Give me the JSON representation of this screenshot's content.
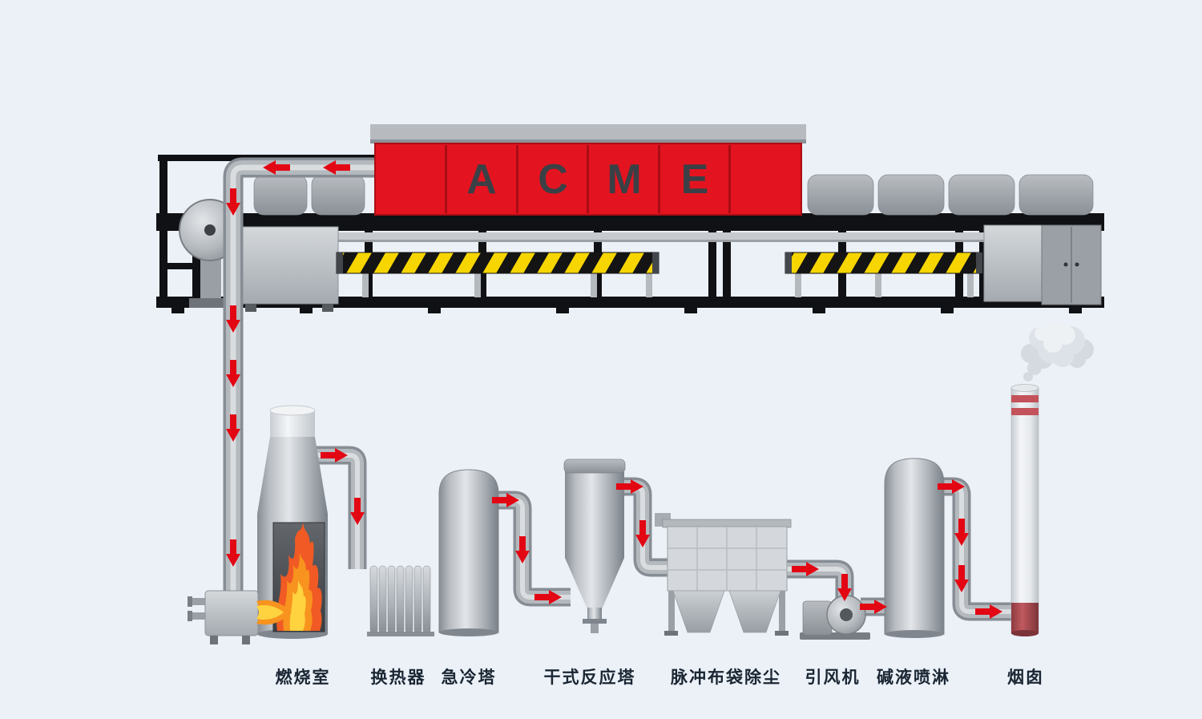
{
  "diagram": {
    "type": "industrial-exhaust-gas-treatment-process-flow",
    "brand": "ACME",
    "brand_letters": [
      "A",
      "C",
      "M",
      "E"
    ]
  },
  "equipment_labels": [
    {
      "id": "combustion-chamber",
      "text": "燃烧室"
    },
    {
      "id": "heat-exchanger",
      "text": "换热器"
    },
    {
      "id": "quench-tower",
      "text": "急冷塔"
    },
    {
      "id": "dry-reaction-tower",
      "text": "干式反应塔"
    },
    {
      "id": "pulse-bag-dust-collector",
      "text": "脉冲布袋除尘"
    },
    {
      "id": "induced-draft-fan",
      "text": "引风机"
    },
    {
      "id": "alkali-spray",
      "text": "碱液喷淋"
    },
    {
      "id": "chimney",
      "text": "烟囱"
    }
  ],
  "colors": {
    "background": "#ecf1f8",
    "flow_arrow_red": "#e30613",
    "brand_panel_red": "#e31420",
    "hazard_yellow": "#f6d500",
    "frame_black": "#101114",
    "flame_orange": "#f7931e",
    "label_text": "#1a2633"
  }
}
